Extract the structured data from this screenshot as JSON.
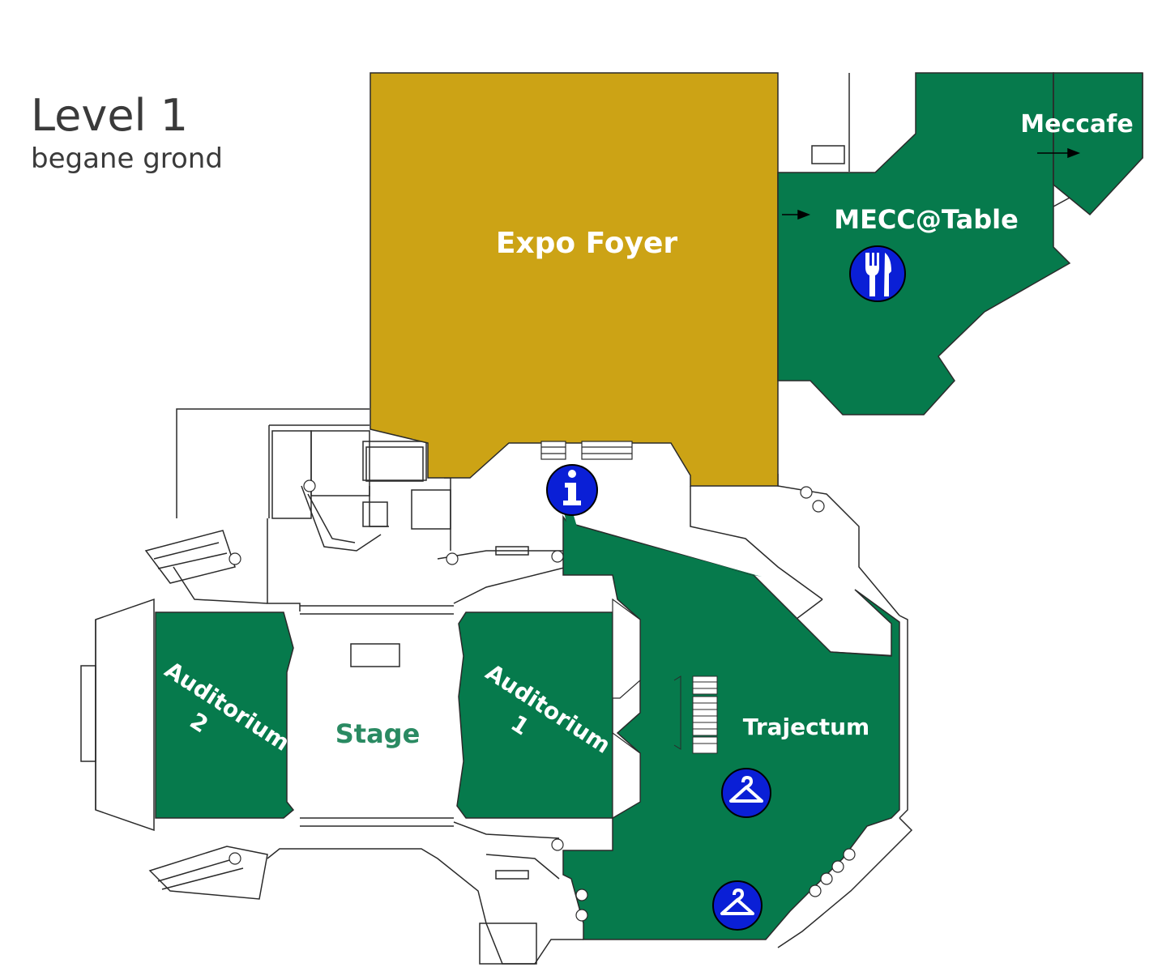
{
  "map": {
    "title": "Level 1",
    "subtitle": "begane grond",
    "colors": {
      "foyer": "#cca315",
      "venue": "#067a4c",
      "stage_text": "#2a8a62",
      "icon_blue": "#0a1fd6",
      "wall": "#2a2a2a",
      "background": "#ffffff"
    },
    "rooms": {
      "expo_foyer": "Expo Foyer",
      "mecc_table": "MECC@Table",
      "meccafe": "Meccafe",
      "auditorium2_line1": "Auditorium",
      "auditorium2_line2": "2",
      "auditorium1_line1": "Auditorium",
      "auditorium1_line2": "1",
      "stage": "Stage",
      "trajectum": "Trajectum"
    },
    "icons": {
      "info": "info-icon",
      "restaurant": "fork-knife-icon",
      "cloakroom": "coat-hanger-icon"
    }
  }
}
